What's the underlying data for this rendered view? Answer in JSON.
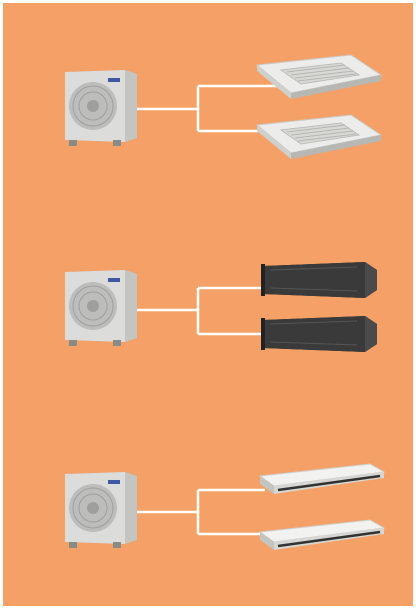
{
  "colors": {
    "panel_background": "#f5a066",
    "pipe": "#ffffff",
    "outdoor_body": "#dcdcda",
    "outdoor_shadow": "#a9a9a4",
    "fan_grille": "#bdbdbb",
    "cassette_panel": "#ecedeb",
    "duct_body": "#3a3a3a",
    "ceiling_body": "#f2f2f0"
  },
  "systems": [
    {
      "outdoor_icon": "outdoor-condenser-icon",
      "indoor_icon": "ceiling-cassette-icon",
      "indoor_count": 2
    },
    {
      "outdoor_icon": "outdoor-condenser-icon",
      "indoor_icon": "ducted-unit-icon",
      "indoor_count": 2
    },
    {
      "outdoor_icon": "outdoor-condenser-icon",
      "indoor_icon": "under-ceiling-unit-icon",
      "indoor_count": 2
    }
  ]
}
